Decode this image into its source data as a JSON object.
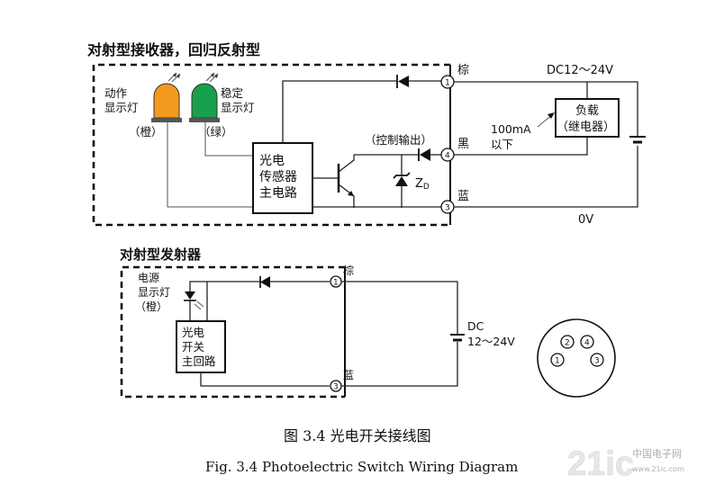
{
  "receiver": {
    "title": "对射型接收器，回归反射型",
    "action_lamp": [
      "动作",
      "显示灯"
    ],
    "action_lamp_color_label": "（橙）",
    "stable_lamp": [
      "稳定",
      "显示灯"
    ],
    "stable_lamp_color_label": "（绿）",
    "sensor_circuit": [
      "光电",
      "传感器",
      "主电路"
    ],
    "control_output": "（控制输出）",
    "zener_label": "Z",
    "zener_sub": "D",
    "load": [
      "负载",
      "（继电器）"
    ],
    "current_limit": [
      "100mA",
      "以下"
    ],
    "supply": "DC12～24V",
    "ground": "0V",
    "wire_brown": "棕",
    "wire_black": "黑",
    "wire_blue": "蓝",
    "terminals": [
      "1",
      "4",
      "3"
    ],
    "lamp_colors": {
      "action": "#f39a1e",
      "stable": "#17a04b"
    }
  },
  "emitter": {
    "title": "对射型发射器",
    "power_lamp": [
      "电源",
      "显示灯"
    ],
    "power_lamp_color_label": "（橙）",
    "switch_circuit": [
      "光电",
      "开关",
      "主回路"
    ],
    "supply_label": "DC",
    "supply_range": "12～24V",
    "wire_brown": "棕",
    "wire_blue": "蓝",
    "terminals": [
      "1",
      "3"
    ]
  },
  "connector": {
    "pins": [
      "2",
      "4",
      "1",
      "3"
    ]
  },
  "caption": {
    "chinese": "图 3.4  光电开关接线图",
    "english": "Fig. 3.4 Photoelectric Switch Wiring Diagram"
  },
  "watermark": {
    "text": "21ic",
    "site": "中国电子网",
    "domain": "www.21ic.com"
  }
}
